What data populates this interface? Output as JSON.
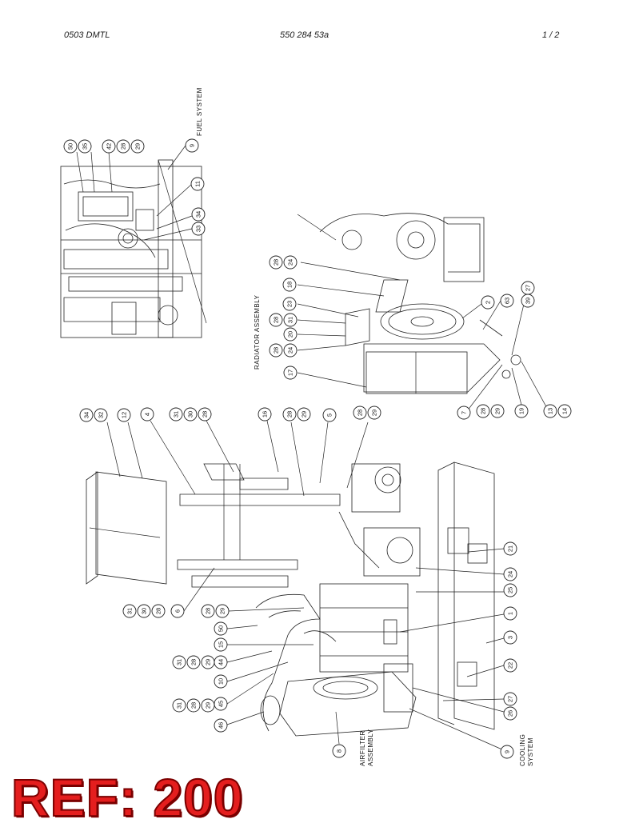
{
  "header": {
    "left": "0503 DMTL",
    "center": "550 284 53a",
    "page": "1 /   2"
  },
  "labels": {
    "fuel_system": "FUEL SYSTEM",
    "radiator_assembly": "RADIATOR ASSEMBLY",
    "air_filter_line1": "AIRFILTER",
    "air_filter_line2": "ASSEMBLY",
    "cooling_line1": "COOLING",
    "cooling_line2": "SYSTEM"
  },
  "balloons": {
    "fuel": [
      "50",
      "35",
      "42",
      "28",
      "29",
      "9",
      "11",
      "34",
      "33"
    ],
    "radiator": [
      "28",
      "24",
      "18",
      "23",
      "28",
      "31",
      "20",
      "28",
      "24",
      "17",
      "2",
      "27",
      "63",
      "39",
      "7",
      "28",
      "29",
      "19",
      "13",
      "14"
    ],
    "main": [
      "34",
      "32",
      "12",
      "4",
      "31",
      "30",
      "28",
      "16",
      "28",
      "29",
      "5",
      "28",
      "29",
      "21",
      "24",
      "25",
      "1",
      "3",
      "22",
      "27",
      "26",
      "9",
      "8",
      "31",
      "30",
      "28",
      "6",
      "28",
      "29",
      "50",
      "15",
      "31",
      "28",
      "29",
      "44",
      "10",
      "31",
      "28",
      "29",
      "45",
      "46"
    ]
  },
  "ref_stamp": "REF: 200"
}
